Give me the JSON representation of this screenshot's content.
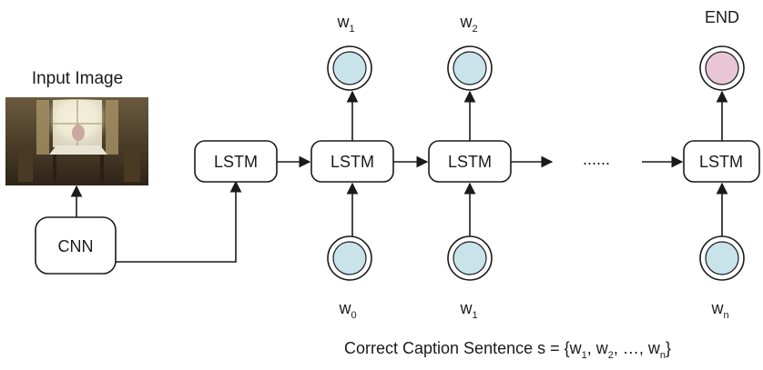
{
  "input_label": "Input Image",
  "cnn_label": "CNN",
  "lstm_label": "LSTM",
  "ellipsis": "......",
  "outputs": [
    {
      "base": "w",
      "sub": "1"
    },
    {
      "base": "w",
      "sub": "2"
    },
    {
      "text": "END"
    }
  ],
  "inputs": [
    {
      "base": "w",
      "sub": "0"
    },
    {
      "base": "w",
      "sub": "1"
    },
    {
      "base": "w",
      "sub": "n"
    }
  ],
  "caption": {
    "prefix": "Correct Caption Sentence s = {w",
    "s1": "1",
    "t1": ", w",
    "s2": "2",
    "t2": ", …, w",
    "s3": "n",
    "t3": "}"
  },
  "colors": {
    "word_node": "#c8e3ea",
    "end_node": "#e8c6d3",
    "stroke": "#1a1a1a"
  }
}
